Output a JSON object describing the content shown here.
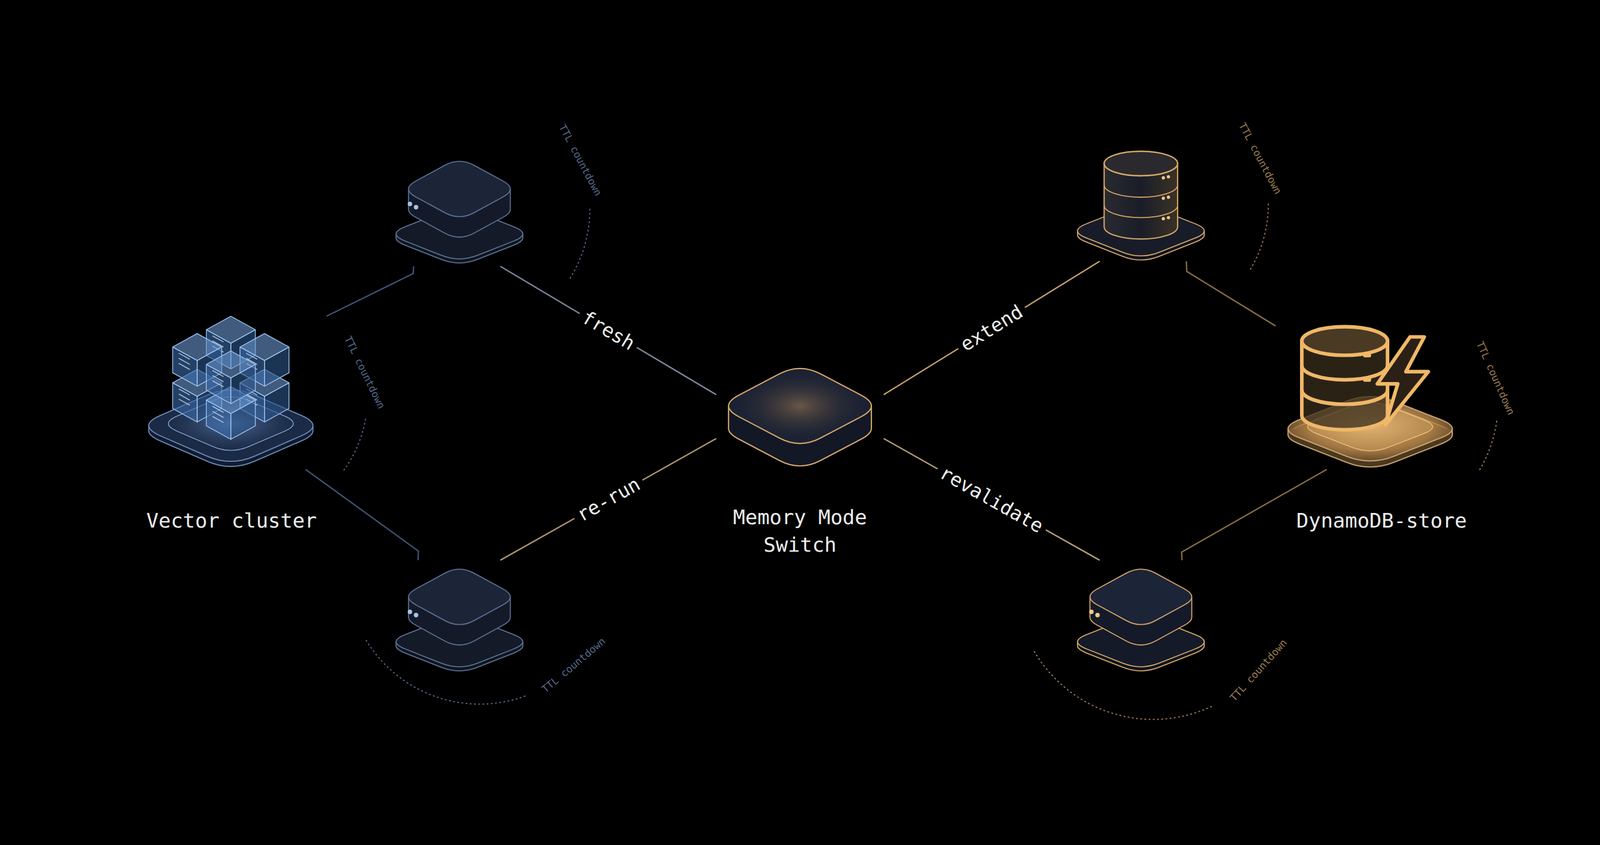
{
  "diagram": {
    "nodes": [
      {
        "text": [
          "TTL countdown"
        ]
      },
      {
        "text": [
          "TTL countdown"
        ]
      },
      {
        "text": [
          "Vector cluster",
          "TTL countdown"
        ]
      },
      {
        "text": [
          "Memory Mode Switch"
        ]
      },
      {
        "text": [
          "DynamoDB-store",
          "TTL countdown"
        ]
      },
      {
        "text": [
          "TTL countdown"
        ]
      },
      {
        "text": [
          "TTL countdown"
        ]
      }
    ],
    "edges": [
      {
        "from": 3,
        "to": 0,
        "label": "fresh",
        "arrow": "none"
      },
      {
        "from": 3,
        "to": 1,
        "label": "extend",
        "arrow": "none"
      },
      {
        "from": 3,
        "to": 5,
        "label": "re-run",
        "arrow": "none"
      },
      {
        "from": 3,
        "to": 6,
        "label": "revalidate",
        "arrow": "none"
      },
      {
        "from": 0,
        "to": 2,
        "arrow": "none"
      },
      {
        "from": 5,
        "to": 2,
        "arrow": "none"
      },
      {
        "from": 1,
        "to": 4,
        "arrow": "none"
      },
      {
        "from": 6,
        "to": 4,
        "arrow": "none"
      }
    ]
  }
}
